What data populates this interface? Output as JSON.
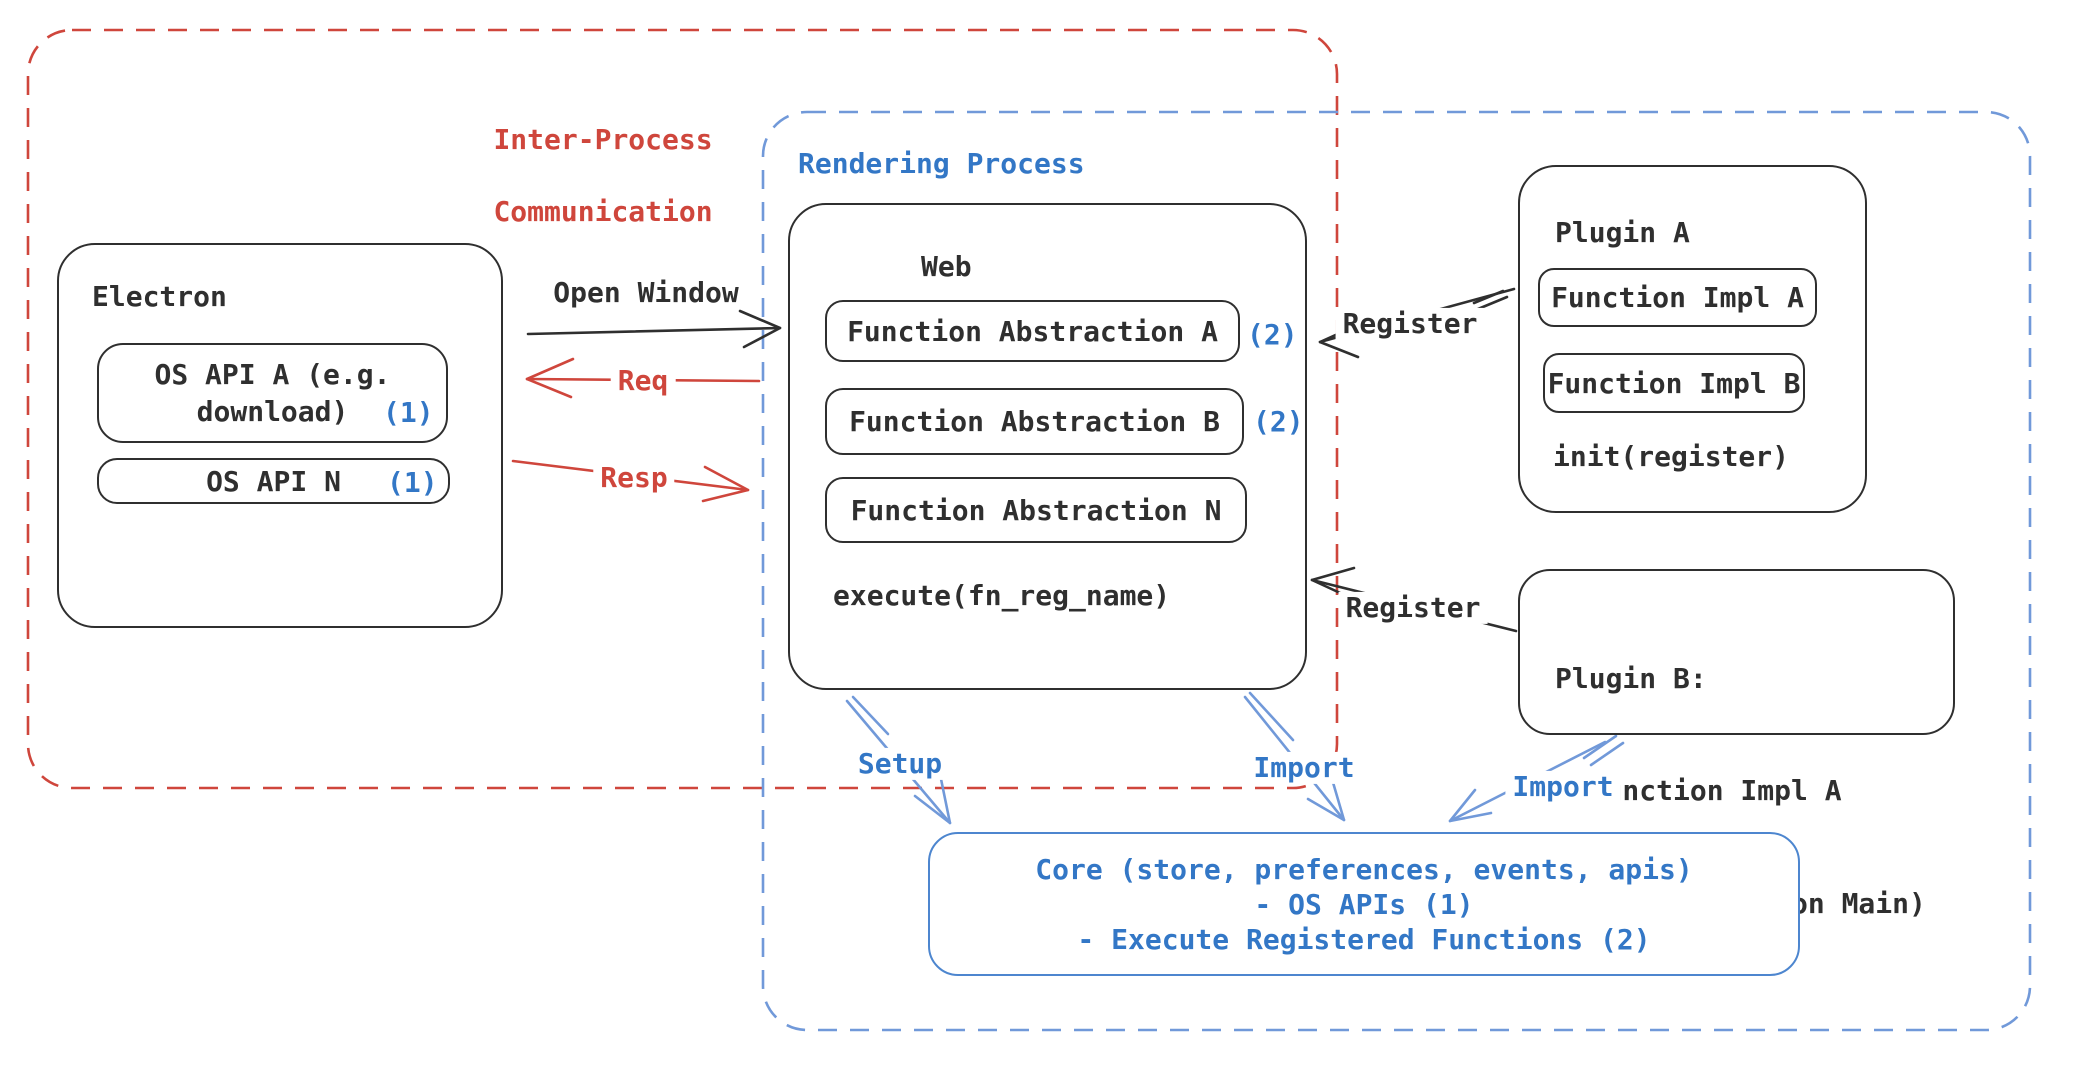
{
  "colors": {
    "red": "#cf463c",
    "blue": "#3377c6",
    "light_blue": "#7199d9",
    "ink": "#2f2f2f"
  },
  "regions": {
    "ipc": {
      "title_line1": "Inter-Process",
      "title_line2": "Communication"
    },
    "rendering": {
      "title": "Rendering Process"
    }
  },
  "electron": {
    "title": "Electron",
    "os_api_a": {
      "line1": "OS API A (e.g.",
      "line2": "download)",
      "badge": "(1)"
    },
    "os_api_n": {
      "label": "OS API N",
      "badge": "(1)"
    }
  },
  "web": {
    "title": "Web",
    "items": [
      {
        "label": "Function Abstraction A",
        "badge": "(2)"
      },
      {
        "label": "Function Abstraction B",
        "badge": "(2)"
      },
      {
        "label": "Function Abstraction N",
        "badge": ""
      }
    ],
    "footer": "execute(fn_reg_name)"
  },
  "plugin_a": {
    "title": "Plugin A",
    "impl_a": "Function Impl A",
    "impl_b": "Function Impl B",
    "footer": "init(register)"
  },
  "plugin_b": {
    "title": "Plugin B:",
    "items": [
      "- Function Impl A",
      "- Module (run on Main)"
    ]
  },
  "core": {
    "lines": [
      "Core (store, preferences, events, apis)",
      "- OS APIs (1)",
      "- Execute Registered Functions (2)"
    ]
  },
  "arrows": {
    "open_window": {
      "label": "Open Window"
    },
    "req": {
      "label": "Req"
    },
    "resp": {
      "label": "Resp"
    },
    "register_top": {
      "label": "Register"
    },
    "register_bottom": {
      "label": "Register"
    },
    "setup": {
      "label": "Setup"
    },
    "import_web": {
      "label": "Import"
    },
    "import_plugin": {
      "label": "Import"
    }
  }
}
